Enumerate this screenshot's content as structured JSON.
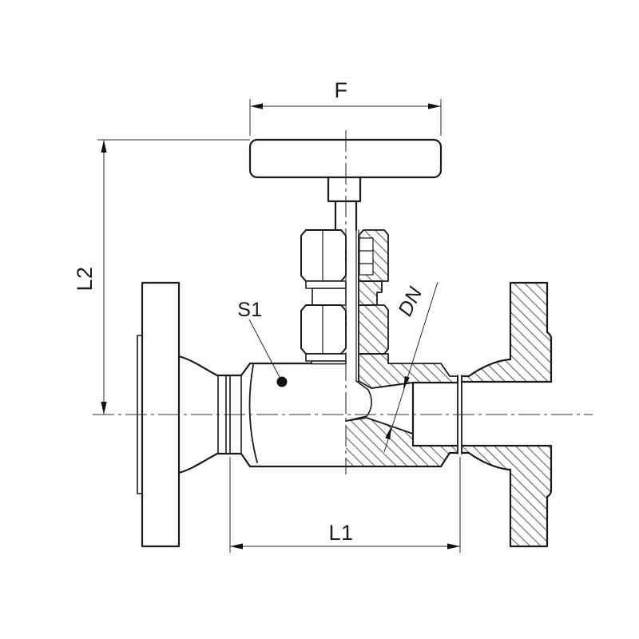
{
  "drawing": {
    "title": "needle-valve-flanged-section-drawing",
    "labels": {
      "handle_width": "F",
      "height": "L2",
      "face_to_face": "L1",
      "wrench_size": "S1",
      "nominal_bore": "DN"
    },
    "colors": {
      "line": "#1a1a1a",
      "dimension": "#2b2b2b",
      "hatch": "#3f3f3f",
      "background": "#ffffff"
    }
  }
}
